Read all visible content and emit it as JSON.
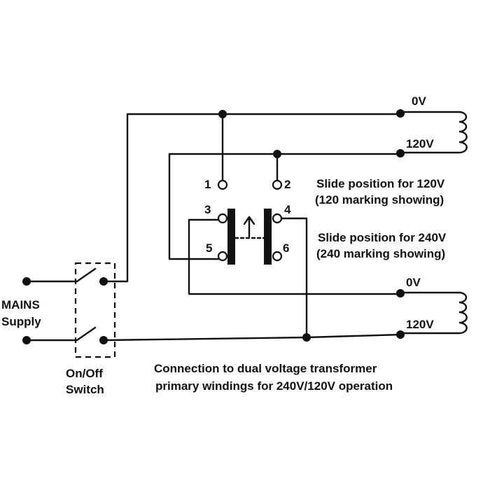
{
  "labels": {
    "mains_line1": "MAINS",
    "mains_line2": "Supply",
    "switch_line1": "On/Off",
    "switch_line2": "Switch",
    "top_tap_0v": "0V",
    "top_tap_120v": "120V",
    "bottom_tap_0v": "0V",
    "bottom_tap_120v": "120V",
    "pin_1": "1",
    "pin_2": "2",
    "pin_3": "3",
    "pin_4": "4",
    "pin_5": "5",
    "pin_6": "6",
    "slide_120_line1": "Slide position for 120V",
    "slide_120_line2": "(120 marking showing)",
    "slide_240_line1": "Slide position for 240V",
    "slide_240_line2": "(240 marking showing)",
    "caption_line1": "Connection to dual voltage transformer",
    "caption_line2": "primary  windings for 240V/120V operation"
  },
  "colors": {
    "ink": "#111111",
    "background": "#ffffff"
  }
}
